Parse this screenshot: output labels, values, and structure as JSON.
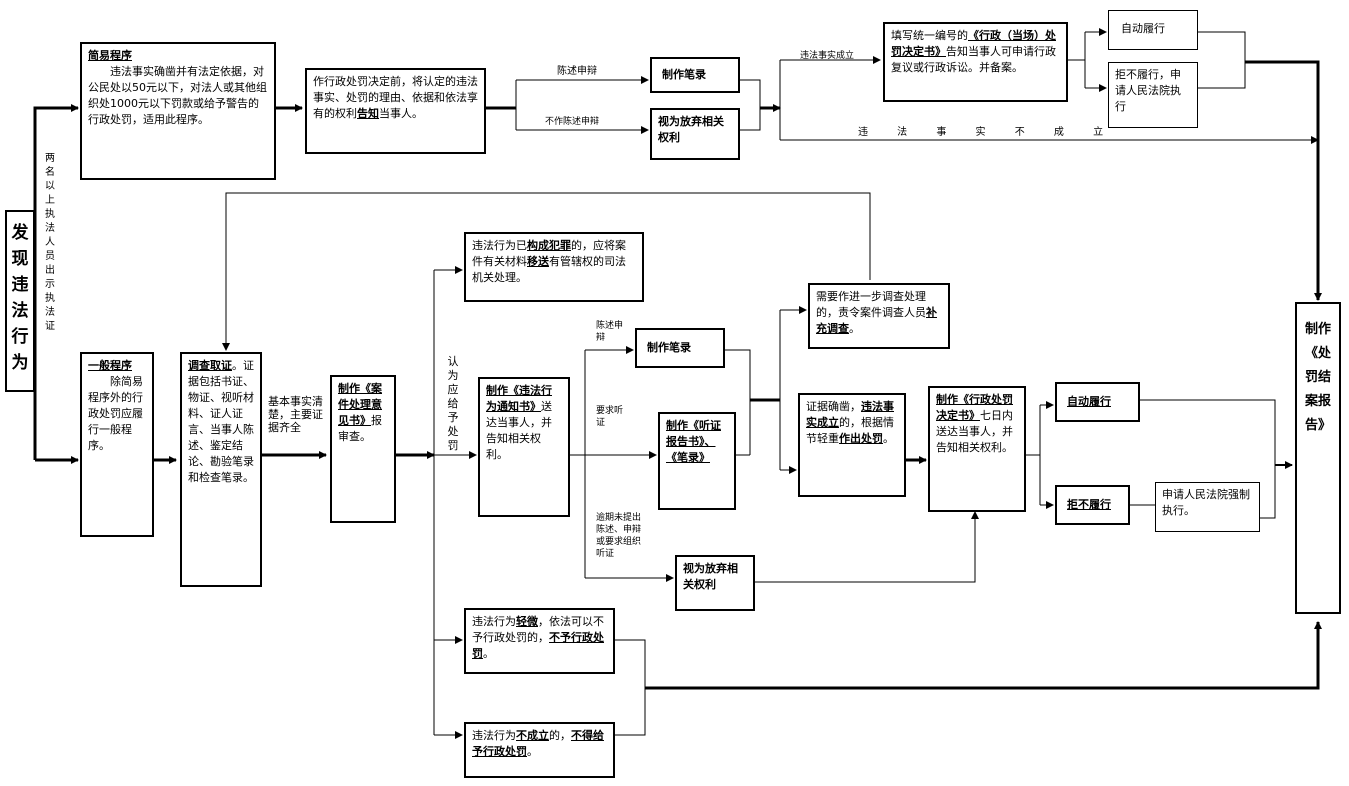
{
  "start": "发现违法行为",
  "two_officers": "两名以上执法人员出示执法证",
  "simple": {
    "title": "简易程序",
    "text": "违法事实确凿并有法定依据，对公民处以50元以下，对法人或其他组织处1000元以下罚款或给予警告的行政处罚，适用此程序。"
  },
  "notify": {
    "text": "作行政处罚决定前，将认定的违法事实、处罚的理由、依据和依法享有的权利",
    "bold": "告知",
    "tail": "当事人。"
  },
  "s_plead": "陈述申辩",
  "s_noplead": "不作陈述申辩",
  "s_record": "制作笔录",
  "s_waive": "视为放弃相关权利",
  "s_fact": "违法事实成立",
  "s_decision": {
    "pre": "填写统一编号的",
    "bold": "《行政（当场）处罚决定书》",
    "post": "告知当事人可申请行政复议或行政诉讼。并备案。"
  },
  "s_auto": "自动履行",
  "s_refuse": "拒不履行，申请人民法院执行",
  "s_notfact": "违 法 事 实 不 成 立",
  "general": {
    "title": "一般程序",
    "text": "除简易程序外的行政处罚应履行一般程序。"
  },
  "investigate": {
    "title": "调查取证",
    "text": "。证据包括书证、物证、视听材料、证人证言、当事人陈述、鉴定结论、勘验笔录和检查笔录。"
  },
  "basic_facts": "基本事实清楚，主要证据齐全",
  "opinion": {
    "bold": "制作《案件处理意见书》",
    "text": "报审查。"
  },
  "punish_label": "认为应给予处罚",
  "crime": {
    "pre": "违法行为已",
    "b1": "构成犯罪",
    "mid": "的，应将案件有关材料",
    "b2": "移送",
    "post": "有管辖权的司法机关处理。"
  },
  "notice": {
    "bold": "制作《违法行为通知书》",
    "text": "送达当事人，并告知相关权利。"
  },
  "g_plead": "陈述申辩",
  "g_record": "制作笔录",
  "g_hearing_req": "要求听证",
  "g_hearing": "制作《听证报告书》、《笔录》",
  "g_overdue": "逾期未提出陈述、申辩或要求组织听证",
  "g_waive": "视为放弃相关权利",
  "further": {
    "pre": "需要作进一步调查处理的，责令案件调查人员",
    "bold": "补充调查",
    "post": "。"
  },
  "confirmed": {
    "pre": "证据确凿，",
    "b1": "违法事实成立",
    "mid": "的，根据情节轻重",
    "b2": "作出处罚",
    "post": "。"
  },
  "g_decision": {
    "bold": "制作《行政处罚决定书》",
    "text": "七日内送达当事人，并告知相关权利。"
  },
  "g_auto": "自动履行",
  "g_refuse": "拒不履行",
  "g_court": "申请人民法院强制执行。",
  "minor": {
    "pre": "违法行为",
    "b1": "轻微",
    "mid": "，依法可以不予行政处罚的，",
    "b2": "不予行政处罚",
    "post": "。"
  },
  "notest": {
    "pre": "违法行为",
    "b1": "不成立",
    "mid": "的，",
    "b2": "不得给予行政处罚",
    "post": "。"
  },
  "final": "制作《处罚结案报告》"
}
